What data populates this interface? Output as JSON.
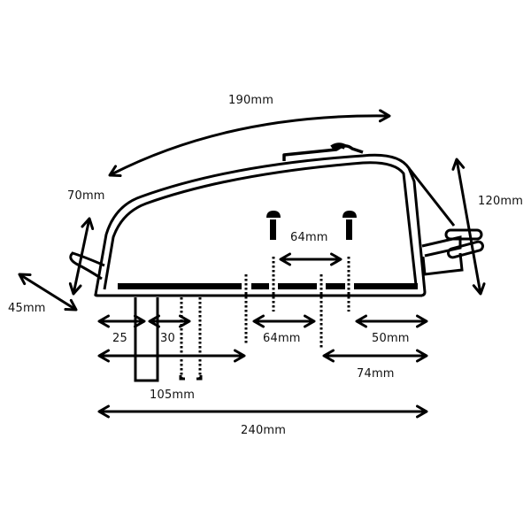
{
  "diagram": {
    "subject": "top tube frame bag dimensions",
    "colors": {
      "line": "#000000",
      "background": "#ffffff",
      "text": "#111111"
    },
    "labels": {
      "top_length": "190mm",
      "front_height": "70mm",
      "front_depth": "45mm",
      "rear_height": "120mm",
      "bolt_spacing_top": "64mm",
      "front_25": "25",
      "front_30": "30",
      "front_105": "105mm",
      "mid_64": "64mm",
      "rear_50": "50mm",
      "rear_74": "74mm",
      "total_length": "240mm"
    }
  }
}
